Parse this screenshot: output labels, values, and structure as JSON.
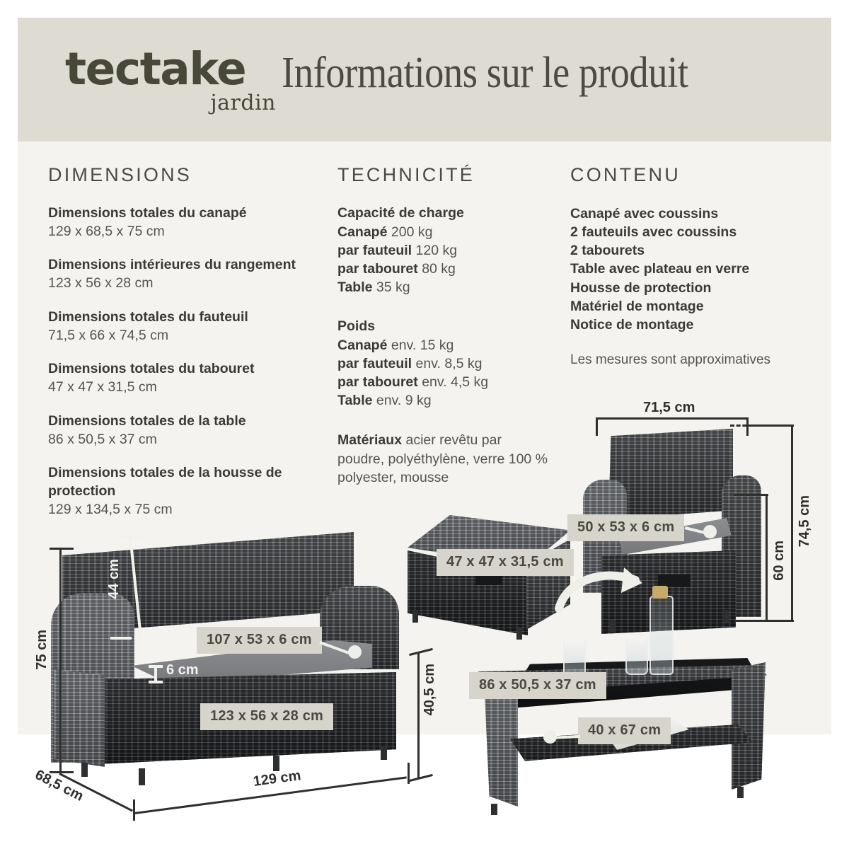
{
  "header": {
    "logo_main": "tectake",
    "logo_sub": "jardin",
    "title": "Informations sur le produit"
  },
  "columns": {
    "dimensions": {
      "heading": "DIMENSIONS",
      "entries": [
        {
          "label": "Dimensions totales du canapé",
          "value": "129 x 68,5 x 75 cm"
        },
        {
          "label": "Dimensions intérieures du rangement",
          "value": "123 x 56 x 28 cm"
        },
        {
          "label": "Dimensions totales du fauteuil",
          "value": "71,5 x 66 x 74,5 cm"
        },
        {
          "label": "Dimensions totales du tabouret",
          "value": "47 x 47 x 31,5 cm"
        },
        {
          "label": "Dimensions totales de la table",
          "value": "86 x 50,5 x 37 cm"
        },
        {
          "label": "Dimensions totales de la housse de protection",
          "value": "129 x 134,5 x 75 cm"
        }
      ]
    },
    "technicite": {
      "heading": "TECHNICITÉ",
      "groups": [
        {
          "title": "Capacité de charge",
          "lines": [
            {
              "label": "Canapé",
              "value": "200 kg"
            },
            {
              "label": "par fauteuil",
              "value": "120 kg"
            },
            {
              "label": "par tabouret",
              "value": "80 kg"
            },
            {
              "label": "Table",
              "value": "35 kg"
            }
          ]
        },
        {
          "title": "Poids",
          "lines": [
            {
              "label": "Canapé",
              "value": "env. 15 kg"
            },
            {
              "label": "par fauteuil",
              "value": "env.  8,5 kg"
            },
            {
              "label": "par tabouret",
              "value": "env. 4,5 kg"
            },
            {
              "label": "Table",
              "value": "env. 9 kg"
            }
          ]
        }
      ],
      "materials": {
        "label": "Matériaux",
        "value": "acier revêtu par poudre, polyéthylène, verre 100 % polyester, mousse"
      }
    },
    "contenu": {
      "heading": "CONTENU",
      "items": [
        "Canapé avec coussins",
        "2 fauteuils avec coussins",
        "2 tabourets",
        "Table avec plateau en verre",
        "Housse de protection",
        "Matériel de montage",
        "Notice de montage"
      ],
      "note": "Les mesures sont approximatives"
    }
  },
  "diagram": {
    "sofa": {
      "chip_cushion": "107 x 53 x 6 cm",
      "chip_storage": "123 x 56 x 28 cm",
      "dim_thickness": "6 cm",
      "dim_backrest": "44 cm",
      "dim_height": "75 cm",
      "dim_depth": "68,5 cm",
      "dim_width": "129 cm",
      "dim_seat_height": "40,5 cm"
    },
    "stool": {
      "chip_size": "47 x 47 x 31,5 cm"
    },
    "armchair": {
      "chip_cushion": "50 x 53 x 6 cm",
      "dim_width": "71,5 cm",
      "dim_seat_height": "60 cm",
      "dim_height": "74,5 cm"
    },
    "table": {
      "chip_size": "86 x 50,5 x 37 cm",
      "chip_shelf": "40 x 67 cm"
    }
  },
  "colors": {
    "page_background": "#ffffff",
    "header_band": "#dedbd2",
    "body_plate": "#f4f3ef",
    "text_dark": "#3a3a38",
    "text_muted": "#55554f",
    "chip_background": "#d7d5cb",
    "chip_text": "#4a4a3e"
  }
}
